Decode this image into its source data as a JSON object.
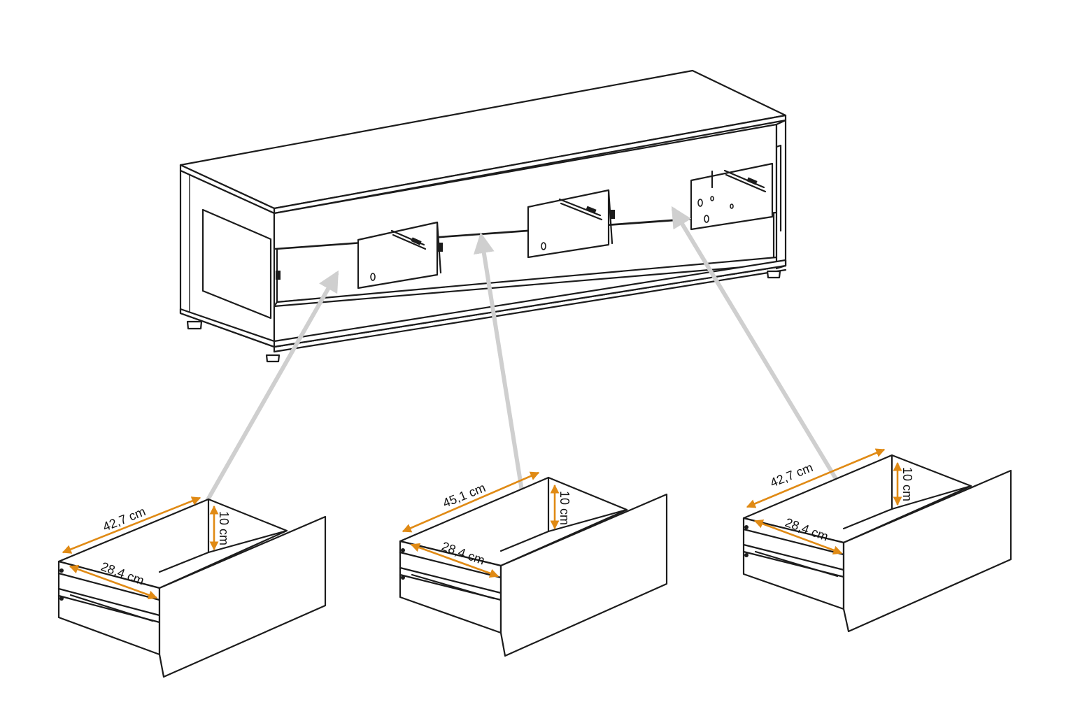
{
  "colors": {
    "line": "#1c1c1c",
    "dimension": "#e08a14",
    "pointer_arrow": "#cfcfcf",
    "background": "#ffffff"
  },
  "drawers": [
    {
      "id": "left",
      "length_label": "42,7 cm",
      "width_label": "28,4 cm",
      "height_label": "10 cm"
    },
    {
      "id": "center",
      "length_label": "45,1 cm",
      "width_label": "28,4 cm",
      "height_label": "10 cm"
    },
    {
      "id": "right",
      "length_label": "42,7 cm",
      "width_label": "28,4 cm",
      "height_label": "10 cm"
    }
  ]
}
